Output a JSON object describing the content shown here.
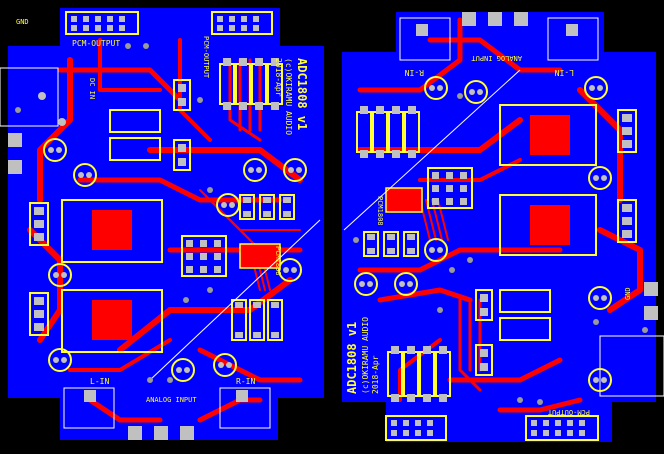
{
  "board_left": {
    "title": "ADC1808 v1",
    "credit": "(c)OKIRAMU AUDIO",
    "date": "2018-Apr",
    "labels": {
      "header_pcm": "PCM-OUTPUT",
      "gnd": "GND",
      "lin": "L-IN",
      "rin": "R-IN",
      "analog_input": "ANALOG INPUT",
      "pcm_output": "PCM-OUTPUT",
      "ic": "PCM1808",
      "dc_in": "DC IN"
    }
  },
  "board_right": {
    "title": "ADC1808 v1",
    "credit": "(c)OKIRAMU AUDIO",
    "date": "2018-Apr",
    "labels": {
      "analog_input": "ANALOG INPUT",
      "lin": "L-IN",
      "rin": "R-IN",
      "pcm_output": "PCM-OUTPUT",
      "ic": "PCM1808",
      "gnd": "GND"
    }
  },
  "colors": {
    "substrate": "#0000ff",
    "trace": "#ff0000",
    "silkscreen": "#ffff33",
    "pad": "#c0c0c0",
    "via": "#9a9a9a",
    "background": "#000000"
  }
}
